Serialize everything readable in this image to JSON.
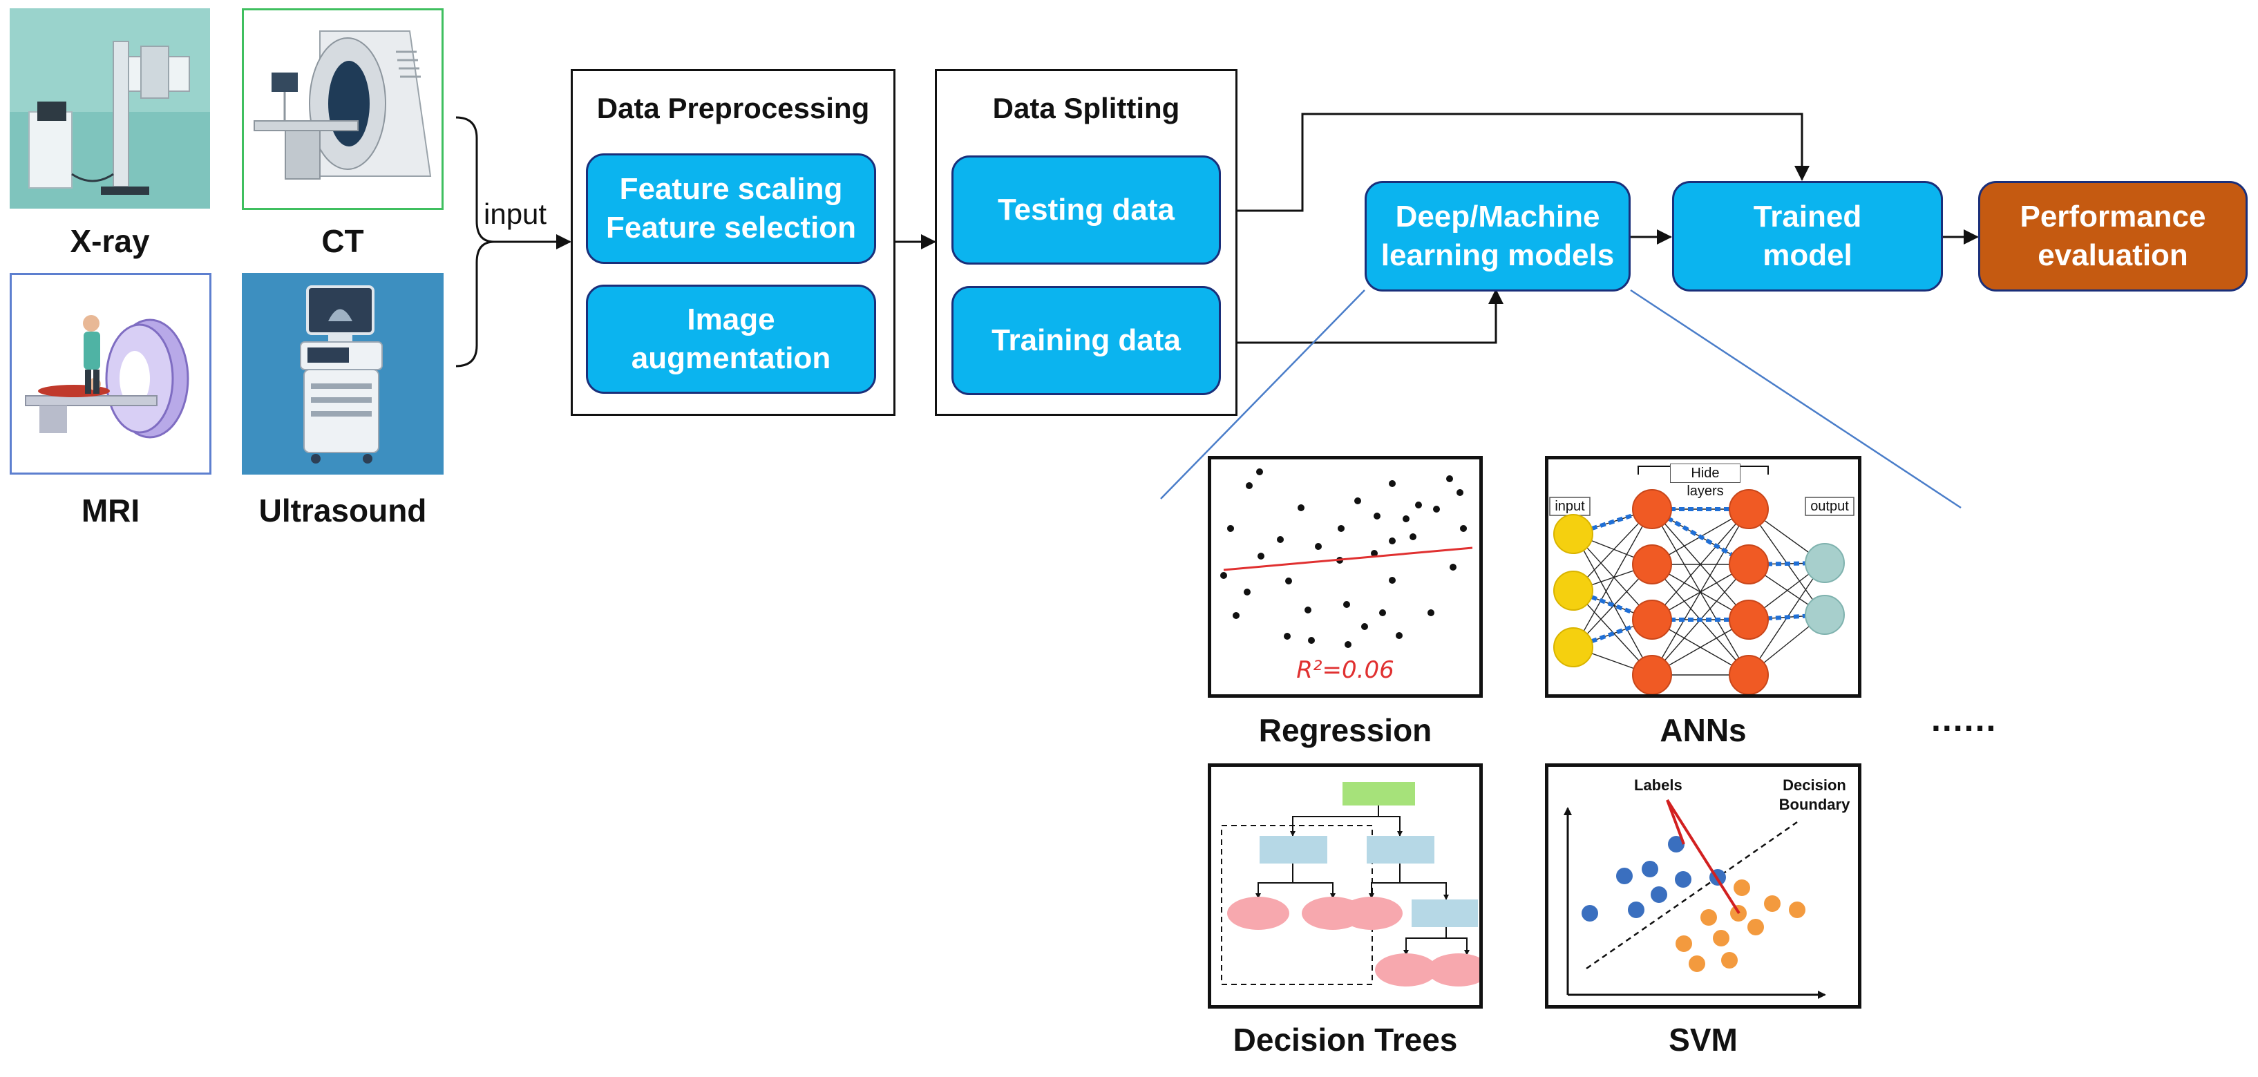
{
  "modalities": {
    "xray": "X-ray",
    "ct": "CT",
    "mri": "MRI",
    "ultrasound": "Ultrasound",
    "input_label": "input"
  },
  "preprocessing": {
    "title": "Data Preprocessing",
    "feature_line1": "Feature scaling",
    "feature_line2": "Feature selection",
    "augment_line1": "Image",
    "augment_line2": "augmentation"
  },
  "splitting": {
    "title": "Data Splitting",
    "testing": "Testing data",
    "training": "Training data"
  },
  "models": {
    "line1": "Deep/Machine",
    "line2": "learning models"
  },
  "trained": {
    "line1": "Trained",
    "line2": "model"
  },
  "evaluation": {
    "line1": "Performance",
    "line2": "evaluation"
  },
  "examples": {
    "regression": "Regression",
    "r2": "R²=0.06",
    "anns": "ANNs",
    "hide_layers": "Hide layers",
    "input": "input",
    "output": "output",
    "decision_trees": "Decision Trees",
    "svm": "SVM",
    "svm_labels": "Labels",
    "svm_boundary_1": "Decision",
    "svm_boundary_2": "Boundary",
    "ellipsis": "......"
  },
  "colors": {
    "process_box": "#0bb4ef",
    "evaluation_box": "#c55a11",
    "box_border": "#1a2f7a",
    "xray_bg": "#8ecdc6",
    "ultrasound_bg": "#3d8fc0",
    "neuron_input": "#f5d00f",
    "neuron_hidden": "#f05a24",
    "neuron_output": "#a7cfcc",
    "svm_class_a": "#3a6fbf",
    "svm_class_b": "#f39a3e",
    "tree_root": "#a6e27a",
    "tree_node": "#b6d8e6",
    "tree_leaf": "#f7a8ae"
  }
}
